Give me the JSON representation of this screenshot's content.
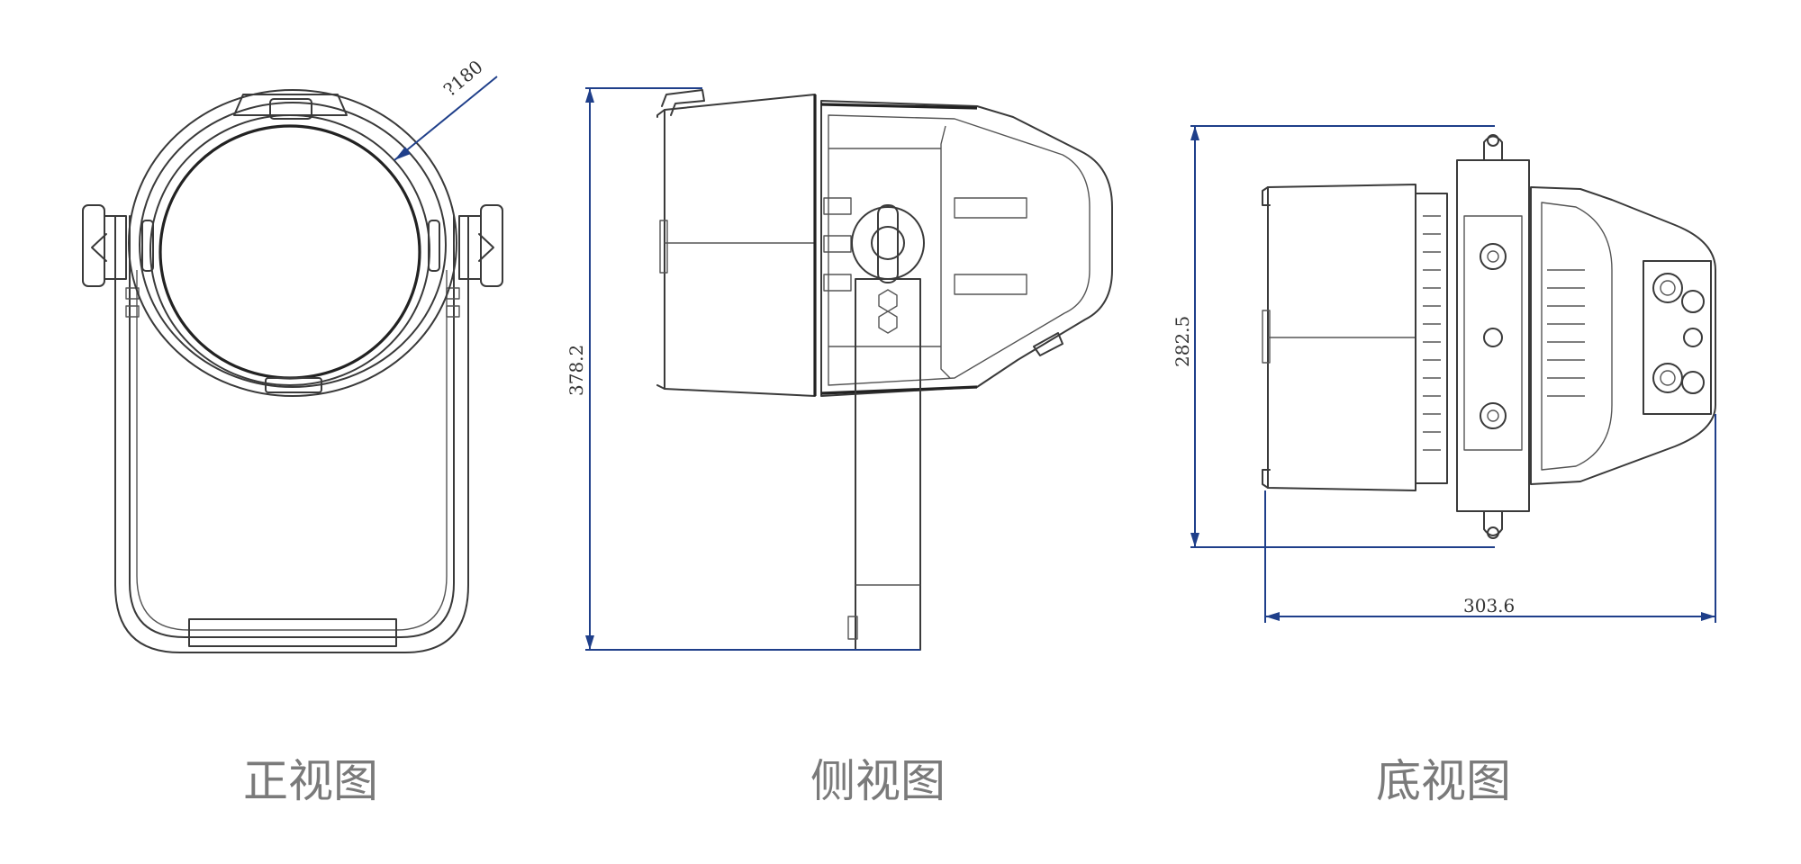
{
  "views": {
    "front": {
      "caption": "正视图",
      "dimension_label": "?180"
    },
    "side": {
      "caption": "侧视图",
      "dimension_label": "378.2"
    },
    "bottom": {
      "caption": "底视图",
      "height_label": "282.5",
      "width_label": "303.6"
    }
  },
  "colors": {
    "dimension_line": "#1f3f8a",
    "outline": "#3a3a3a",
    "caption": "#7a7a7a"
  }
}
